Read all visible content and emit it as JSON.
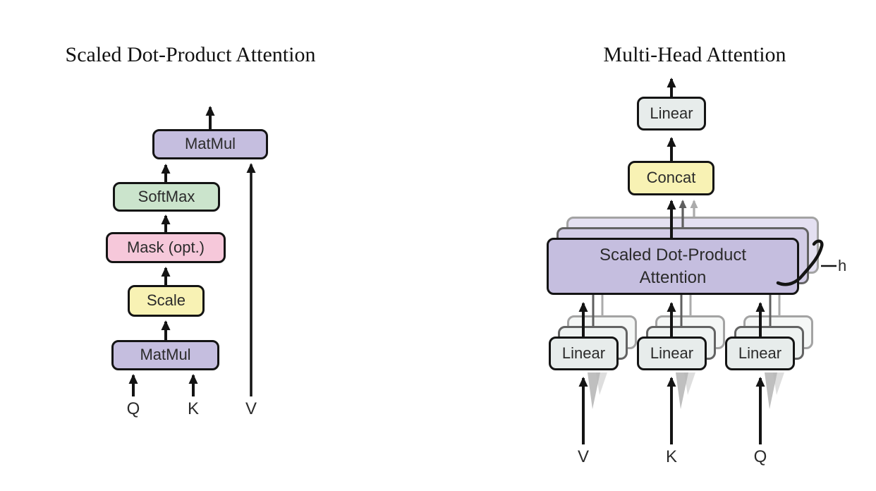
{
  "left_diagram": {
    "title": "Scaled Dot-Product Attention",
    "boxes": {
      "matmul_top": "MatMul",
      "softmax": "SoftMax",
      "mask": "Mask (opt.)",
      "scale": "Scale",
      "matmul_bottom": "MatMul"
    },
    "inputs": {
      "q": "Q",
      "k": "K",
      "v": "V"
    }
  },
  "right_diagram": {
    "title": "Multi-Head Attention",
    "boxes": {
      "linear_out": "Linear",
      "concat": "Concat",
      "attention_line1": "Scaled Dot-Product",
      "attention_line2": "Attention",
      "linear_v": "Linear",
      "linear_k": "Linear",
      "linear_q": "Linear"
    },
    "inputs": {
      "v": "V",
      "k": "K",
      "q": "Q"
    },
    "heads_label": "h"
  },
  "colors": {
    "purple": "#c5bedf",
    "purple-mid": "#d2cce6",
    "purple-back": "#e4e0f1",
    "green": "#cbe4cc",
    "pink": "#f6c8da",
    "yellow": "#f8f2b4",
    "boxgray": "#e7eceb",
    "boxgray-mid": "#eef2f1",
    "boxgray-back": "#f5f7f6",
    "border": "#141414",
    "shadow-mid": "#636363",
    "shadow-back": "#a3a3a3",
    "arrow": "#141414",
    "arrow-mid": "#5f5f5f",
    "arrow-light": "#ababab",
    "text": "#2b2b2b"
  }
}
